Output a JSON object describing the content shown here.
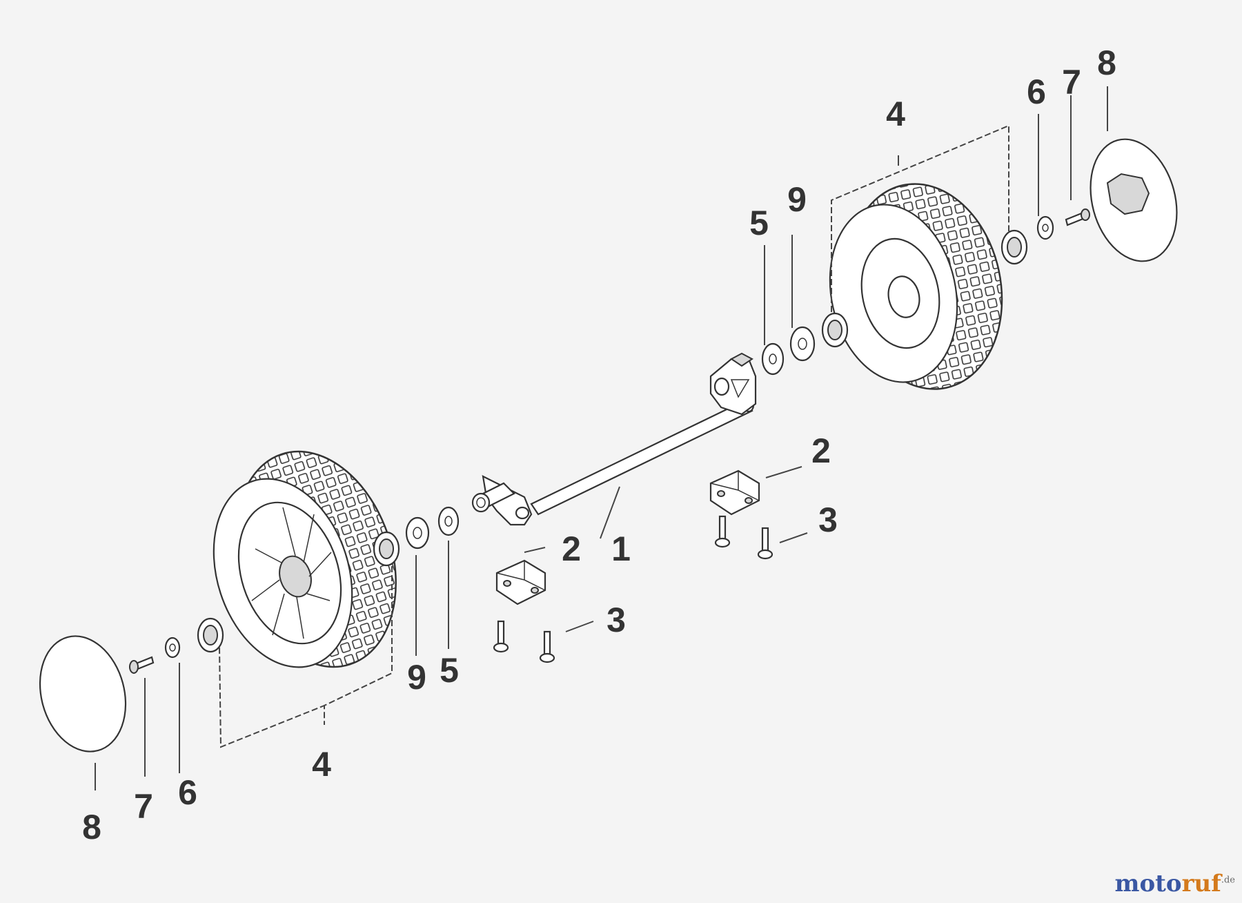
{
  "labels": {
    "n1": "1",
    "n2": "2",
    "n3": "3",
    "n4": "4",
    "n5": "5",
    "n6": "6",
    "n7": "7",
    "n8": "8",
    "n9": "9"
  },
  "watermark": {
    "part_a": "moto",
    "part_b": "ruf",
    "part_c": ".de"
  }
}
